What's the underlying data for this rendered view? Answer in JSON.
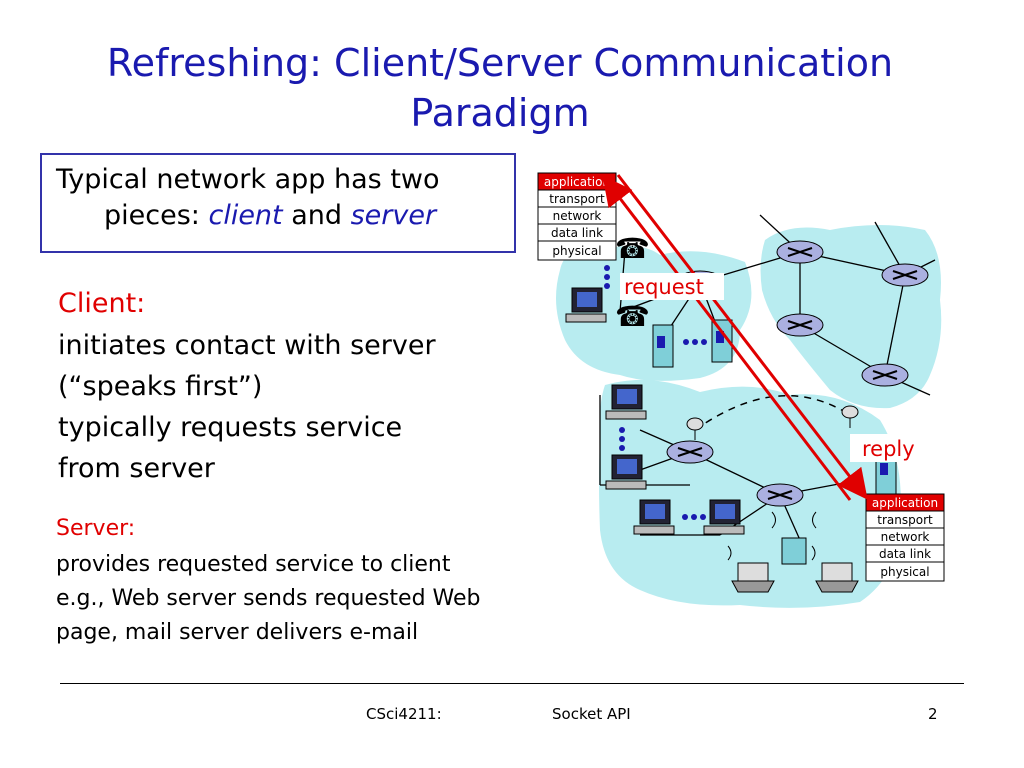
{
  "title": {
    "line1": "Refreshing: Client/Server Communication",
    "line2": "Paradigm"
  },
  "intro": {
    "line1": "Typical network app has two",
    "pieces_prefix": "pieces: ",
    "client_word": "client",
    "and_word": " and ",
    "server_word": "server"
  },
  "client_section": {
    "heading": "Client:",
    "lines": [
      "initiates contact with server",
      "(“speaks first”)",
      "typically requests service",
      "from server"
    ]
  },
  "server_section": {
    "heading": "Server:",
    "lines": [
      "provides requested service to client",
      "e.g., Web server sends requested Web",
      "page, mail server delivers e-mail"
    ]
  },
  "diagram": {
    "client_stack": [
      "application",
      "transport",
      "network",
      "data link",
      "physical"
    ],
    "server_stack": [
      "application",
      "transport",
      "network",
      "data link",
      "physical"
    ],
    "request_label": "request",
    "reply_label": "reply",
    "icons": [
      "router-icon",
      "desktop-computer-icon",
      "telephone-icon",
      "server-tower-icon",
      "laptop-icon",
      "satellite-dish-icon",
      "wireless-access-point-icon"
    ]
  },
  "footer": {
    "course": "CSci4211:",
    "topic": "Socket API",
    "page": "2"
  },
  "colors": {
    "title": "#1a1aaf",
    "accent_red": "#e00000",
    "network_cloud": "#b8ecf0",
    "router_fill": "#aab0e0",
    "stack_highlight": "#e00000"
  }
}
